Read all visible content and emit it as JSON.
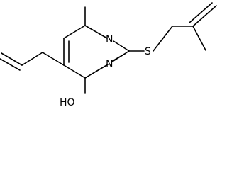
{
  "molecule": {
    "atoms": {
      "n_top": "N",
      "n_bottom": "N",
      "s": "S",
      "oh": "HO"
    }
  }
}
